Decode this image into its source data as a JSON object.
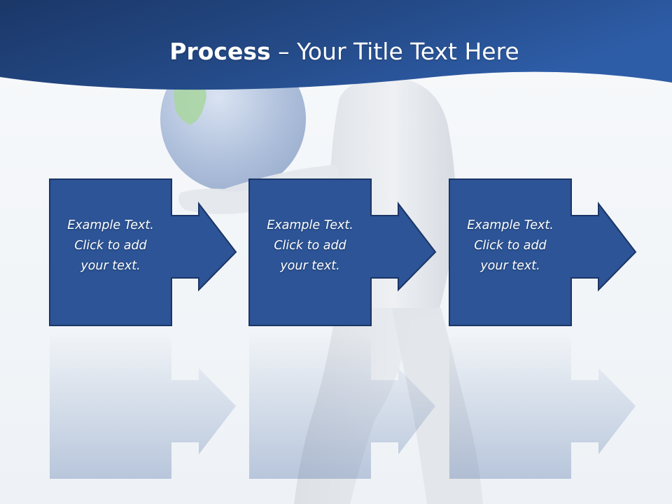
{
  "slide": {
    "title_bold": "Process",
    "title_rest": " – Your Title Text Here"
  },
  "steps": [
    {
      "text": "Example Text.\nClick  to add\nyour text."
    },
    {
      "text": "Example Text.\nClick  to add\nyour text."
    },
    {
      "text": "Example Text.\nClick  to add\nyour text."
    }
  ],
  "colors": {
    "header_dark": "#1c3a6e",
    "header_light": "#2d5ca5",
    "box_fill": "#2c5496",
    "box_border": "#1b3566"
  }
}
